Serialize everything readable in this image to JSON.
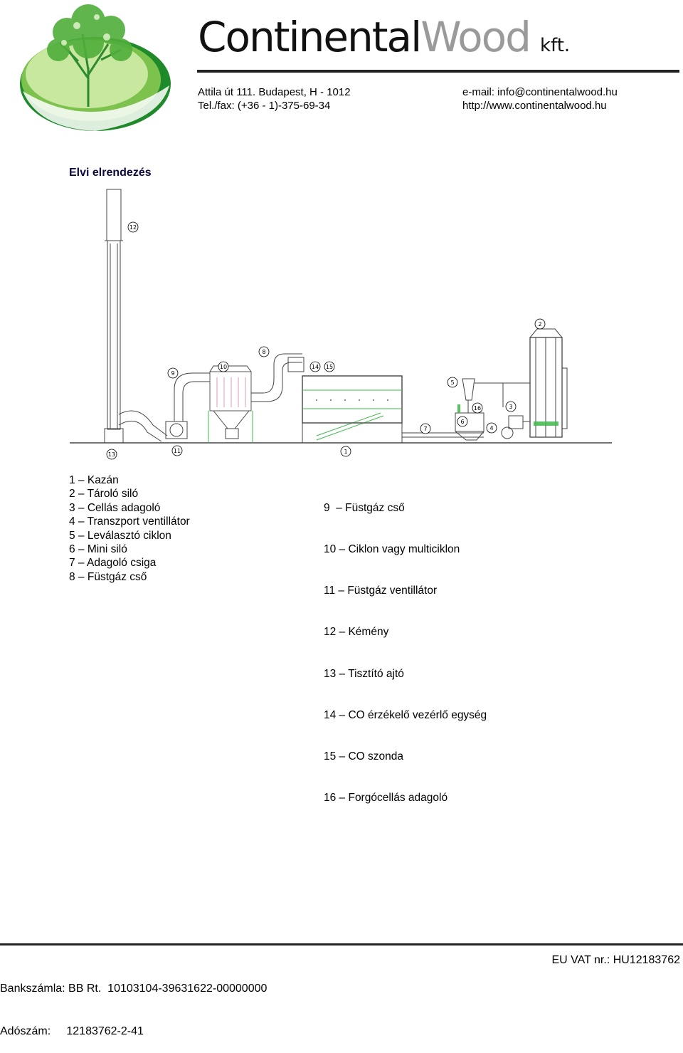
{
  "header": {
    "brand_main": "Continental",
    "brand_second": "Wood",
    "brand_suffix": "kft.",
    "address_line": "Attila út 111. Budapest, H - 1012",
    "phone_line": "Tel./fax: (+36 - 1)-375-69-34",
    "email_line": "e-mail: info@continentalwood.hu",
    "web_line": "http://www.continentalwood.hu"
  },
  "title": "Elvi elrendezés",
  "diagram": {
    "callouts": [
      "1",
      "2",
      "3",
      "4",
      "5",
      "6",
      "7",
      "8",
      "9",
      "10",
      "11",
      "12",
      "13",
      "14",
      "15",
      "16"
    ]
  },
  "legend": {
    "left": [
      "1 – Kazán",
      "2 – Tároló siló",
      "3 – Cellás adagoló",
      "4 – Transzport ventillátor",
      "5 – Leválasztó ciklon",
      "6 – Mini siló",
      "7 – Adagoló csiga",
      "8 – Füstgáz cső"
    ],
    "right": [
      "9  – Füstgáz cső",
      "10 – Ciklon vagy multiciklon",
      "11 – Füstgáz ventillátor",
      "12 – Kémény",
      "13 – Tisztító ajtó",
      "14 – CO érzékelő vezérlő egység",
      "15 – CO szonda",
      "16 – Forgócellás adagoló"
    ]
  },
  "footer": {
    "bank": "Bankszámla: BB Rt.  10103104-39631622-00000000",
    "tax": "Adószám:     12183762-2-41",
    "vat": "EU VAT nr.: HU12183762"
  },
  "colors": {
    "logo_green": "#2e9a2e",
    "logo_light": "#9bd06a",
    "diagram_green": "#3fb84a"
  }
}
